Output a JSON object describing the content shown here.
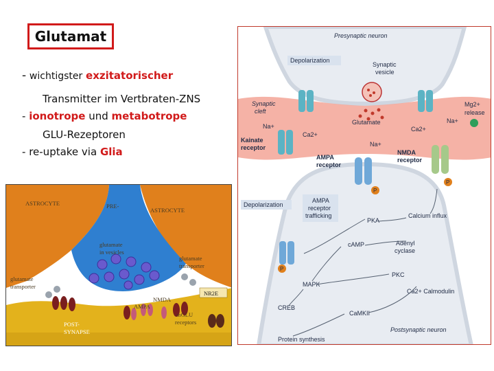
{
  "title": "Glutamat",
  "bullets": {
    "b1_dash": "-",
    "b1_pre": "wichtigster",
    "b1_red": "exzitatorischer",
    "b1_cont": "Transmitter im Vertbraten-ZNS",
    "b2_dash": "-",
    "b2_red1": "ionotrope",
    "b2_mid": "und",
    "b2_red2": "metabotrope",
    "b2_cont": "GLU-Rezeptoren",
    "b3_dash": "-",
    "b3_pre": "re-uptake via",
    "b3_red": "Glia"
  },
  "right_diagram": {
    "presynaptic": "Presynaptic neuron",
    "depolarization_top": "Depolarization",
    "synaptic_vesicle_1": "Synaptic",
    "synaptic_vesicle_2": "vesicle",
    "synaptic_cleft_1": "Synaptic",
    "synaptic_cleft_2": "cleft",
    "mg_release_1": "Mg2+",
    "mg_release_2": "release",
    "na_left": "Na+",
    "ca_left": "Ca2+",
    "glutamate": "Glutamate",
    "ca_right": "Ca2+",
    "na_right": "Na+",
    "kainate_1": "Kainate",
    "kainate_2": "receptor",
    "na_mid": "Na+",
    "ampa_1": "AMPA",
    "ampa_2": "receptor",
    "nmda_1": "NMDA",
    "nmda_2": "receptor",
    "p1": "P",
    "p2": "P",
    "p3": "P",
    "depolarization_bottom": "Depolarization",
    "ampa_traffic_1": "AMPA",
    "ampa_traffic_2": "receptor",
    "ampa_traffic_3": "trafficking",
    "pka": "PKA",
    "calcium_influx": "Calcium influx",
    "camp": "cAMP",
    "adenyl_1": "Adenyl",
    "adenyl_2": "cyclase",
    "pkc": "PKC",
    "mapk": "MAPK",
    "ca_calmodulin": "Ca2+ Calmodulin",
    "creb": "CREB",
    "camkii": "CaMKII",
    "postsynaptic": "Postsynaptic neuron",
    "protein_synthesis": "Protein synthesis"
  },
  "left_diagram": {
    "astrocyte_left": "ASTROCYTE",
    "pre": "PRE-",
    "astrocyte_right": "ASTROCYTE",
    "glutamate_vesicles_1": "glutamate",
    "glutamate_vesicles_2": "in vesicles",
    "glutamate_transporter_r1": "glutamate",
    "glutamate_transporter_r2": "transporter",
    "glutamate_transporter_l1": "glutamate",
    "glutamate_transporter_l2": "transporter",
    "nr2e": "NR2E",
    "nmda": "NMDA",
    "ampa": "AMPA",
    "mglu_1": "mGLU",
    "mglu_2": "receptors",
    "post_1": "POST-",
    "post_2": "SYNAPSE"
  },
  "colors": {
    "accent_red": "#d11a1a",
    "cleft_pink": "#f08d7c",
    "astrocyte_orange": "#e0801c",
    "pre_blue": "#2f7fd0",
    "post_gold": "#e3b21c"
  }
}
